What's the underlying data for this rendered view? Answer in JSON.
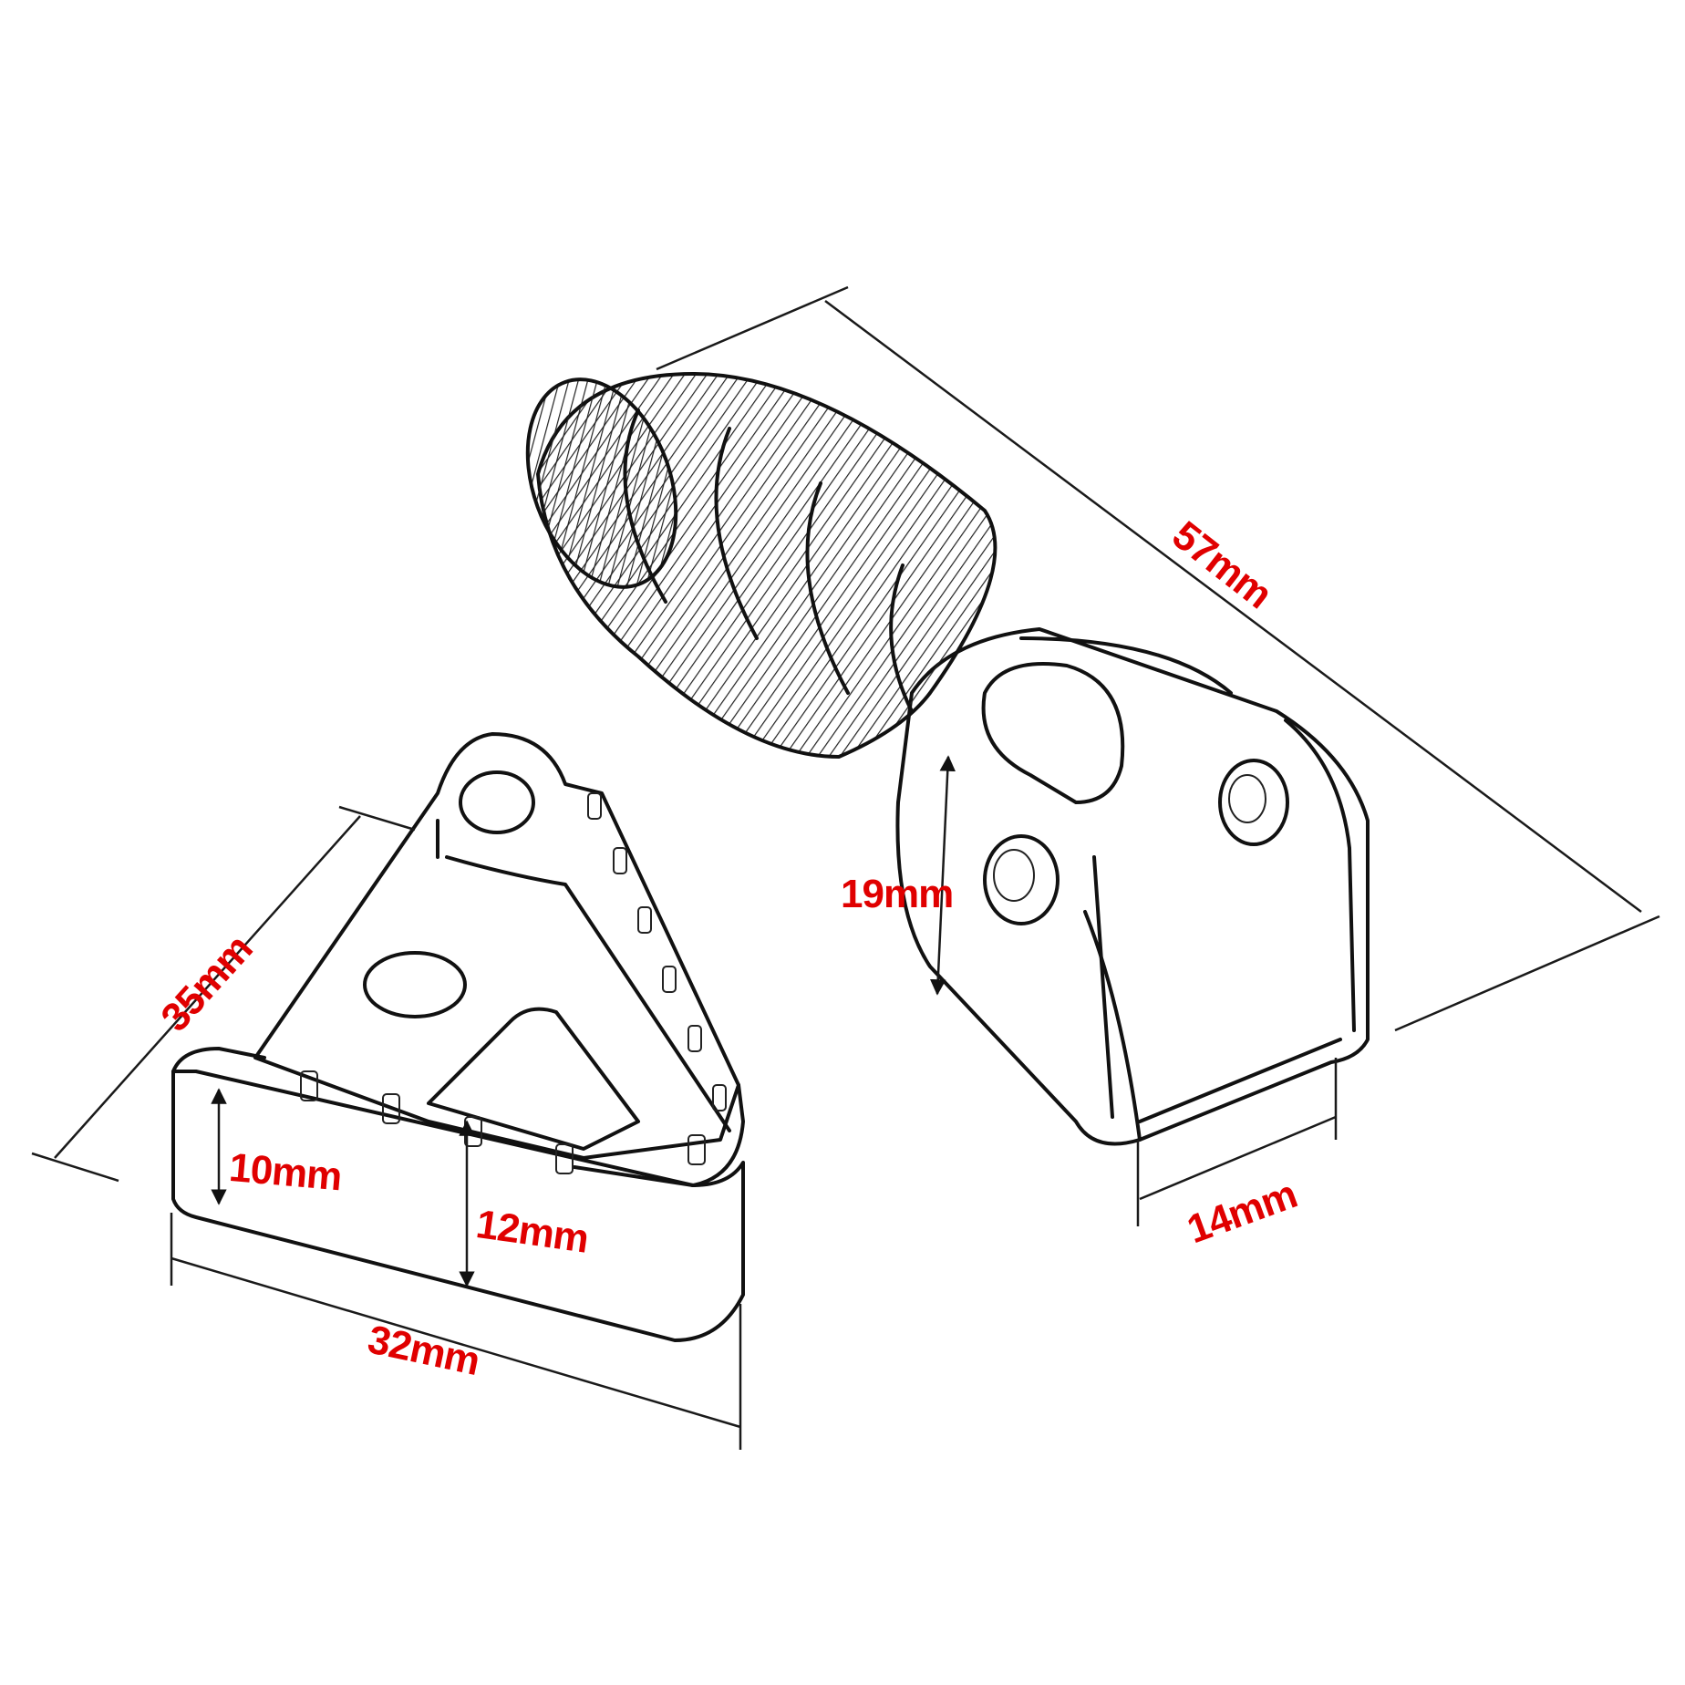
{
  "colors": {
    "dimension_text": "#e00000",
    "outline": "#111111",
    "background": "#ffffff"
  },
  "dimensions": {
    "overall_length": "57mm",
    "mount_height": "19mm",
    "mount_width": "14mm",
    "tip_depth": "35mm",
    "tip_width": "32mm",
    "tip_edge_height": "10mm",
    "tip_tooth_height": "12mm"
  }
}
